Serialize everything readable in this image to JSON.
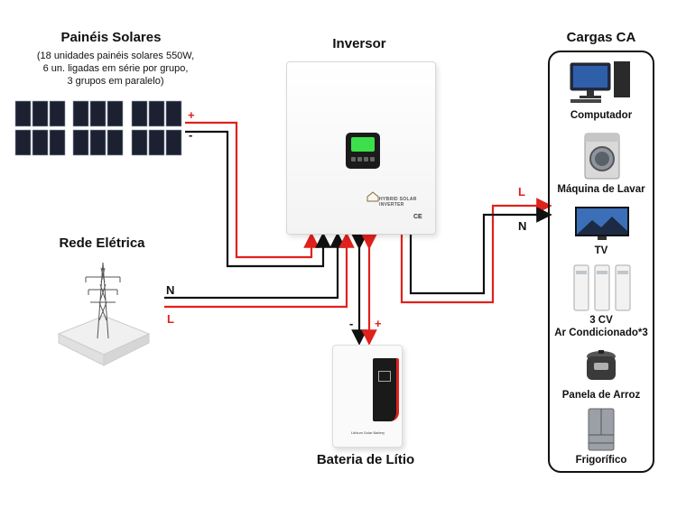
{
  "solar": {
    "title": "Painéis Solares",
    "desc_line1": "(18 unidades painéis solares 550W,",
    "desc_line2": "6 un. ligadas em série por grupo,",
    "desc_line3": "3 grupos em paralelo)"
  },
  "inverter": {
    "title": "Inversor",
    "brand_text": "HYBRID SOLAR INVERTER"
  },
  "grid": {
    "title": "Rede Elétrica"
  },
  "battery": {
    "title": "Bateria de Lítio",
    "brand_text": "Lithium Solar Battery"
  },
  "loads": {
    "title": "Cargas CA",
    "items": [
      {
        "label": "Computador",
        "icon": "computer-icon"
      },
      {
        "label": "Máquina de Lavar",
        "icon": "washing-machine-icon"
      },
      {
        "label": "TV",
        "icon": "tv-icon"
      },
      {
        "label_line1": "3 CV",
        "label_line2": "Ar Condicionado*3",
        "icon": "air-conditioner-icon"
      },
      {
        "label": "Panela de Arroz",
        "icon": "rice-cooker-icon"
      },
      {
        "label": "Frigorífico",
        "icon": "refrigerator-icon"
      }
    ]
  },
  "wire_labels": {
    "pv_plus": "+",
    "pv_minus": "-",
    "grid_n": "N",
    "grid_l": "L",
    "bat_minus": "-",
    "bat_plus": "+",
    "out_l": "L",
    "out_n": "N"
  },
  "colors": {
    "positive_wire": "#e0211c",
    "negative_wire": "#111111"
  }
}
